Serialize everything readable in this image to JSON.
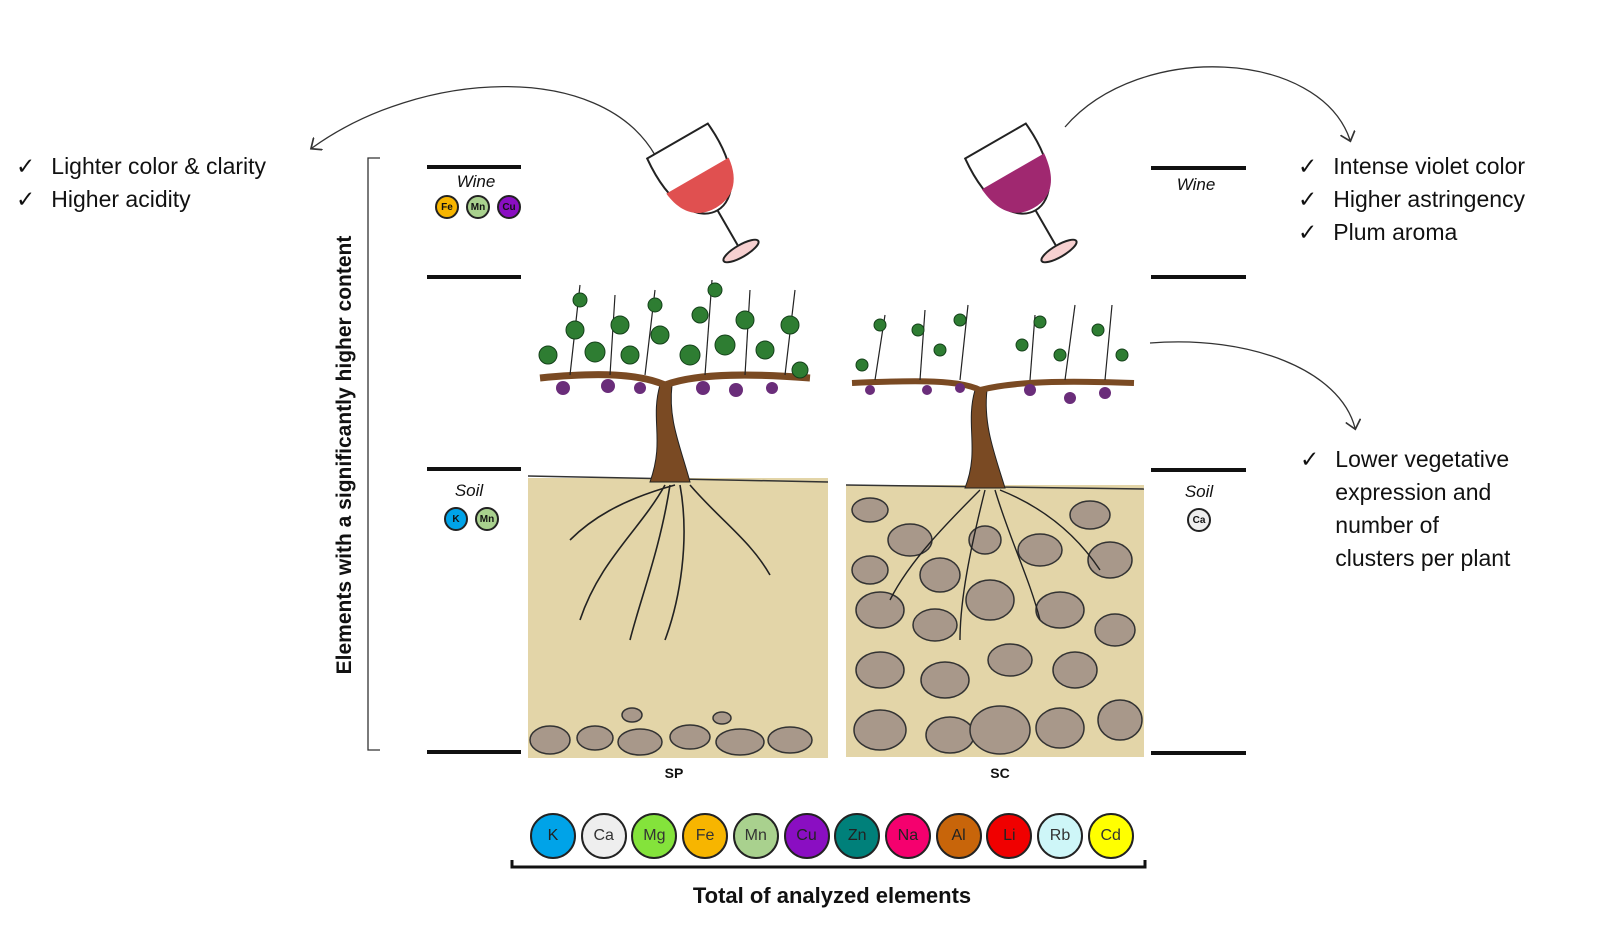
{
  "left_effects": [
    "Lighter color & clarity",
    "Higher acidity"
  ],
  "right_wine_effects": [
    "Intense violet color",
    "Higher astringency",
    "Plum aroma"
  ],
  "right_plant_effect": "Lower vegetative expression and number of clusters per plant",
  "check_mark": "✓",
  "axis_label": "Elements with a significantly higher content",
  "sp": {
    "label": "SP",
    "wine_label": "Wine",
    "soil_label": "Soil",
    "wine_elements": [
      {
        "symbol": "Fe",
        "color": "#f7b500"
      },
      {
        "symbol": "Mn",
        "color": "#a9d18e"
      },
      {
        "symbol": "Cu",
        "color": "#8a0ec2"
      }
    ],
    "soil_elements": [
      {
        "symbol": "K",
        "color": "#00a3e8"
      },
      {
        "symbol": "Mn",
        "color": "#a9d18e"
      }
    ]
  },
  "sc": {
    "label": "SC",
    "wine_label": "Wine",
    "soil_label": "Soil",
    "soil_elements": [
      {
        "symbol": "Ca",
        "color": "#eeeeee"
      }
    ]
  },
  "analyzed": {
    "title": "Total of analyzed elements",
    "elements": [
      {
        "symbol": "K",
        "color": "#00a3e8"
      },
      {
        "symbol": "Ca",
        "color": "#eeeeee"
      },
      {
        "symbol": "Mg",
        "color": "#84e33b"
      },
      {
        "symbol": "Fe",
        "color": "#f7b500"
      },
      {
        "symbol": "Mn",
        "color": "#a9d18e"
      },
      {
        "symbol": "Cu",
        "color": "#8a0ec2"
      },
      {
        "symbol": "Zn",
        "color": "#00807a"
      },
      {
        "symbol": "Na",
        "color": "#f5006e"
      },
      {
        "symbol": "Al",
        "color": "#c8650a"
      },
      {
        "symbol": "Li",
        "color": "#f00000"
      },
      {
        "symbol": "Rb",
        "color": "#cef6f8"
      },
      {
        "symbol": "Cd",
        "color": "#ffff00"
      }
    ]
  },
  "colors": {
    "soil": "#e3d5a8",
    "stone": "#a8988a",
    "trunk": "#7a4a23",
    "leaf": "#2e7d32",
    "grape": "#6a2d7a",
    "wine_sp": "#e05050",
    "wine_sc": "#a02870"
  }
}
